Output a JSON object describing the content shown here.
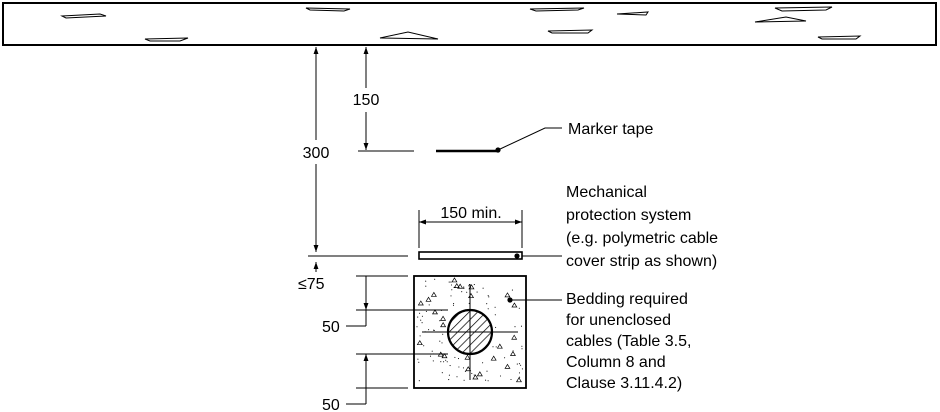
{
  "dimensions": {
    "depth_total": "300",
    "depth_marker": "150",
    "protection_gap": "≤75",
    "bedding_top": "50",
    "bedding_bottom": "50",
    "strip_width": "150 min."
  },
  "labels": {
    "marker_tape": "Marker tape",
    "mechanical_protection": [
      "Mechanical",
      "protection system",
      "(e.g. polymetric cable",
      "cover strip as shown)"
    ],
    "bedding": [
      "Bedding required",
      "for unenclosed",
      "cables (Table 3.5,",
      "Column 8 and",
      "Clause 3.11.4.2)"
    ]
  }
}
